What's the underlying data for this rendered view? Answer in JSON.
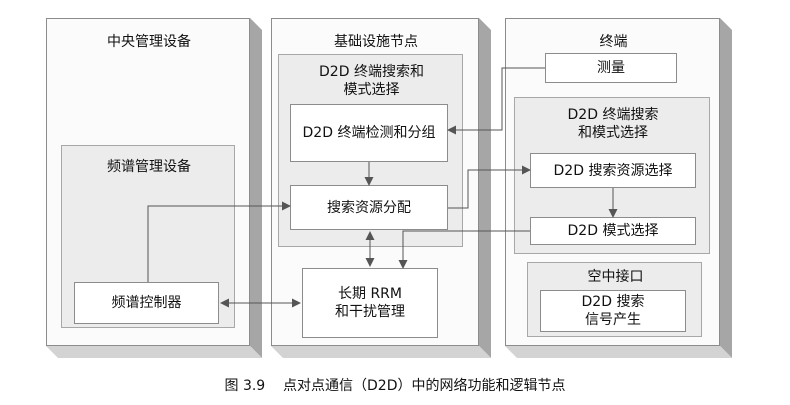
{
  "columns": {
    "central": {
      "title": "中央管理设备"
    },
    "infra": {
      "title": "基础设施节点"
    },
    "terminal": {
      "title": "终端"
    }
  },
  "panels": {
    "spectrum_mgmt": {
      "title": "频谱管理设备"
    },
    "infra_search_mode": {
      "title": "D2D 终端搜索和\n模式选择"
    },
    "term_search_mode": {
      "title": "D2D 终端搜索\n和模式选择"
    },
    "air_interface": {
      "title": "空中接口"
    }
  },
  "nodes": {
    "spectrum_controller": "频谱控制器",
    "detect_group": "D2D 终端检测和分组",
    "search_alloc": "搜索资源分配",
    "long_rrm": "长期 RRM\n和干扰管理",
    "measure": "测量",
    "search_res_select": "D2D 搜索资源选择",
    "mode_select": "D2D 模式选择",
    "search_signal": "D2D 搜索\n信号产生"
  },
  "caption": "图 3.9    点对点通信（D2D）中的网络功能和逻辑节点",
  "colors": {
    "column_face": "#fbfbfb",
    "column_side": "#a6a6a6",
    "column_bottom": "#d3d3d3",
    "panel_fill": "#ececec",
    "line": "#555555"
  }
}
